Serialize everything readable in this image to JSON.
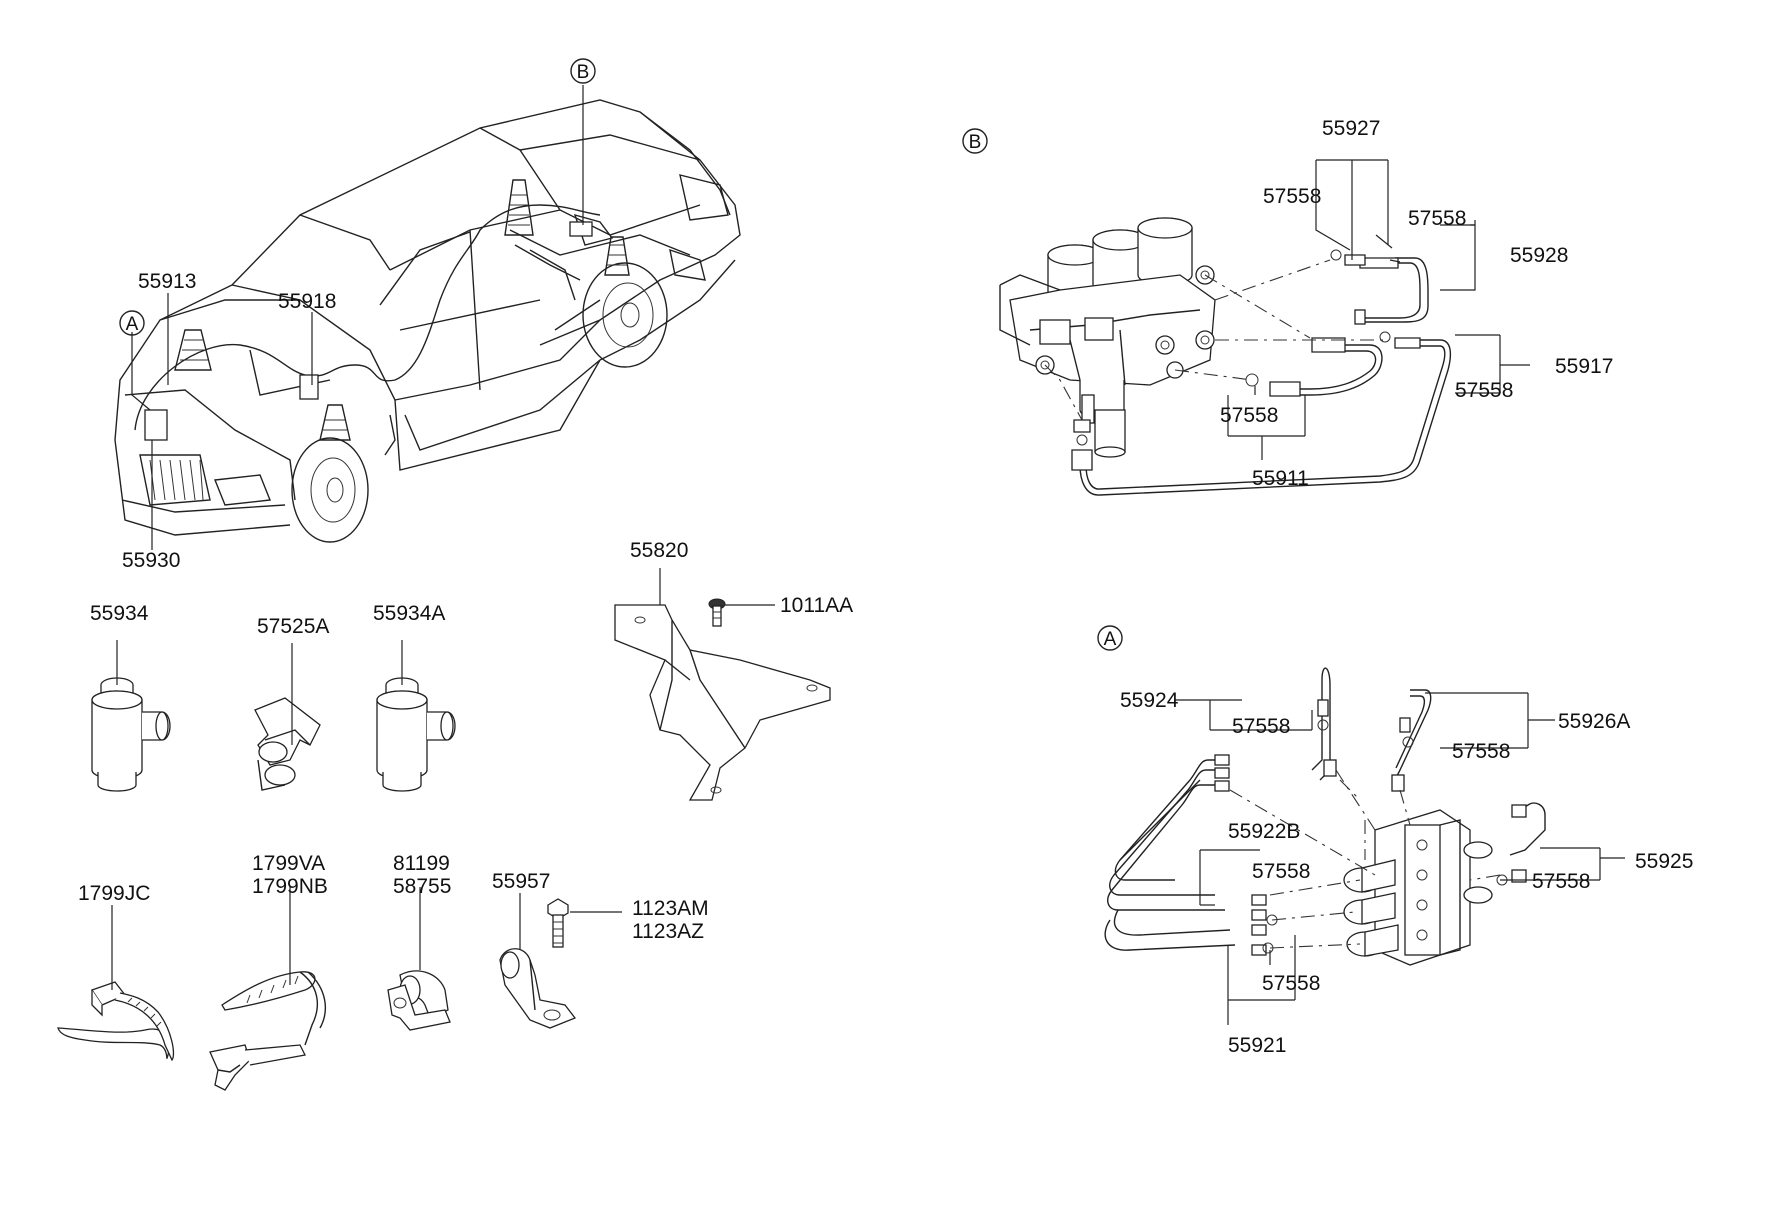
{
  "callouts": {
    "b_top": "B",
    "a_left": "A",
    "b_section": "B",
    "a_section": "A"
  },
  "labels": {
    "p55913": "55913",
    "p55918": "55918",
    "p55930": "55930",
    "p55934": "55934",
    "p57525a": "57525A",
    "p55934a": "55934A",
    "p55820": "55820",
    "p1011aa": "1011AA",
    "p1799jc": "1799JC",
    "p1799va": "1799VA",
    "p1799nb": "1799NB",
    "p81199": "81199",
    "p58755": "58755",
    "p55957": "55957",
    "p1123am": "1123AM",
    "p1123az": "1123AZ",
    "b_55927": "55927",
    "b_57558_a": "57558",
    "b_57558_b": "57558",
    "b_55928": "55928",
    "b_55917": "55917",
    "b_57558_c": "57558",
    "b_57558_d": "57558",
    "b_55911": "55911",
    "a_55924": "55924",
    "a_57558_a": "57558",
    "a_55926a": "55926A",
    "a_57558_b": "57558",
    "a_55922b": "55922B",
    "a_57558_c": "57558",
    "a_55925": "55925",
    "a_57558_d": "57558",
    "a_57558_e": "57558",
    "a_55921": "55921"
  }
}
